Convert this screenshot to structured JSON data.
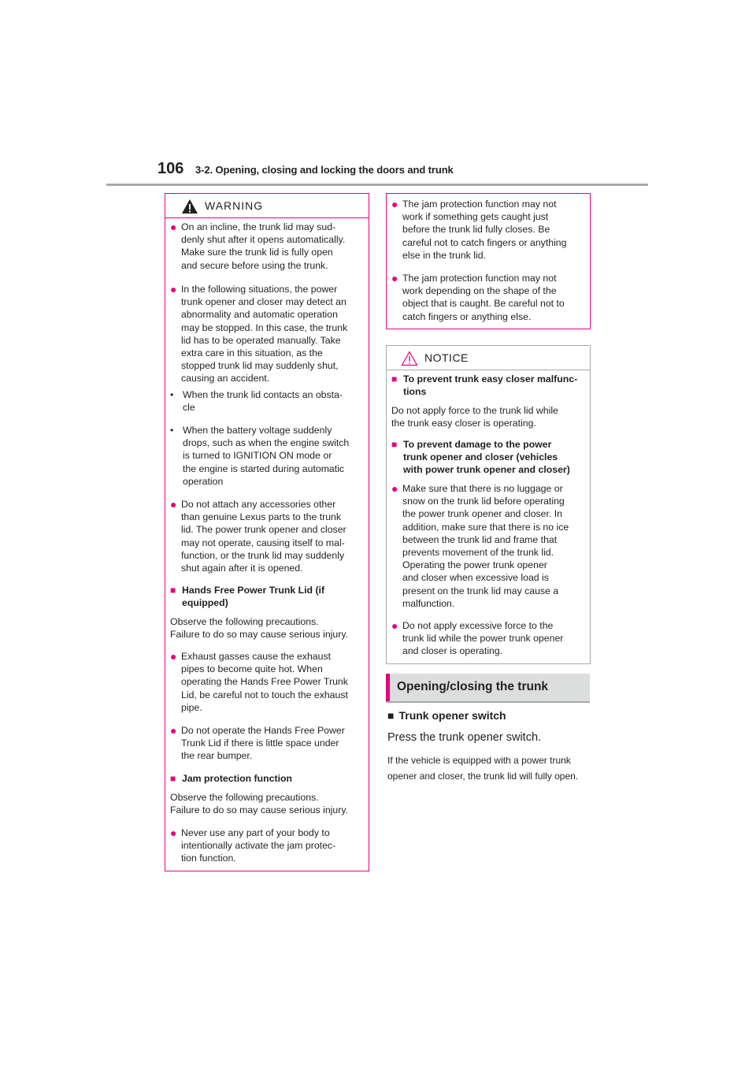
{
  "header": {
    "page_number": "106",
    "section": "3-2. Opening, closing and locking the doors and trunk"
  },
  "warning": {
    "title": "WARNING",
    "items": [
      {
        "kind": "bullet",
        "text": "On an incline, the trunk lid may sud-\ndenly shut after it opens automatically.\nMake sure the trunk lid is fully open\nand secure before using the trunk."
      },
      {
        "kind": "bullet",
        "text": "In the following situations, the power\ntrunk opener and closer may detect an\nabnormality and automatic operation\nmay be stopped. In this case, the trunk\nlid has to be operated manually. Take\nextra care in this situation, as the\nstopped trunk lid may suddenly shut,\ncausing an accident."
      },
      {
        "kind": "sub",
        "text": "When the trunk lid contacts an obsta-\ncle"
      },
      {
        "kind": "sub",
        "text": "When the battery voltage suddenly\ndrops, such as when the engine switch\nis turned to IGNITION ON mode or\nthe engine is started during automatic\noperation"
      },
      {
        "kind": "bullet",
        "text": "Do not attach any accessories other\nthan genuine Lexus parts to the trunk\nlid. The power trunk opener and closer\nmay not operate, causing itself to mal-\nfunction, or the trunk lid may suddenly\nshut again after it is opened."
      },
      {
        "kind": "heading",
        "text": "Hands Free Power Trunk Lid (if\nequipped)"
      },
      {
        "kind": "para",
        "text": "Observe the following precautions.\nFailure to do so may cause serious injury."
      },
      {
        "kind": "bullet",
        "text": "Exhaust gasses cause the exhaust\npipes to become quite hot. When\noperating the Hands Free Power Trunk\nLid, be careful not to touch the exhaust\npipe."
      },
      {
        "kind": "bullet",
        "text": "Do not operate the Hands Free Power\nTrunk Lid if there is little space under\nthe rear bumper."
      },
      {
        "kind": "heading",
        "text": "Jam protection function"
      },
      {
        "kind": "para",
        "text": "Observe the following precautions.\nFailure to do so may cause serious injury."
      },
      {
        "kind": "bullet",
        "text": "Never use any part of your body to\nintentionally activate the jam protec-\ntion function."
      }
    ]
  },
  "warning_cont": {
    "items": [
      {
        "kind": "bullet",
        "text": "The jam protection function may not\nwork if something gets caught just\nbefore the trunk lid fully closes. Be\ncareful not to catch fingers or anything\nelse in the trunk lid."
      },
      {
        "kind": "bullet",
        "text": "The jam protection function may not\nwork depending on the shape of the\nobject that is caught. Be careful not to\ncatch fingers or anything else."
      }
    ]
  },
  "notice": {
    "title": "NOTICE",
    "items": [
      {
        "kind": "heading",
        "text": "To prevent trunk easy closer malfunc-\ntions"
      },
      {
        "kind": "para",
        "text": "Do not apply force to the trunk lid while\nthe trunk easy closer is operating."
      },
      {
        "kind": "heading",
        "text": "To prevent damage to the power\ntrunk opener and closer (vehicles\nwith power trunk opener and closer)"
      },
      {
        "kind": "bullet",
        "text": "Make sure that there is no luggage or\nsnow on the trunk lid before operating\nthe power trunk opener and closer. In\naddition, make sure that there is no ice\nbetween the trunk lid and frame that\nprevents movement of the trunk lid.\nOperating the power trunk opener\nand closer when excessive load is\npresent on the trunk lid may cause a\nmalfunction."
      },
      {
        "kind": "bullet",
        "text": "Do not apply excessive force to the\ntrunk lid while the power trunk opener\nand closer is operating."
      }
    ]
  },
  "section_bar": {
    "title": "Opening/closing the trunk"
  },
  "trunk_switch": {
    "heading": "Trunk opener switch",
    "instruction": "Press the trunk opener switch.",
    "note": "If the vehicle is equipped with a power trunk opener and closer, the trunk lid will fully open."
  },
  "symbols": {
    "bullet": "●",
    "square": "■",
    "dot": "•"
  },
  "colors": {
    "accent": "#e4007f",
    "bar_bg": "#dcdddd"
  }
}
